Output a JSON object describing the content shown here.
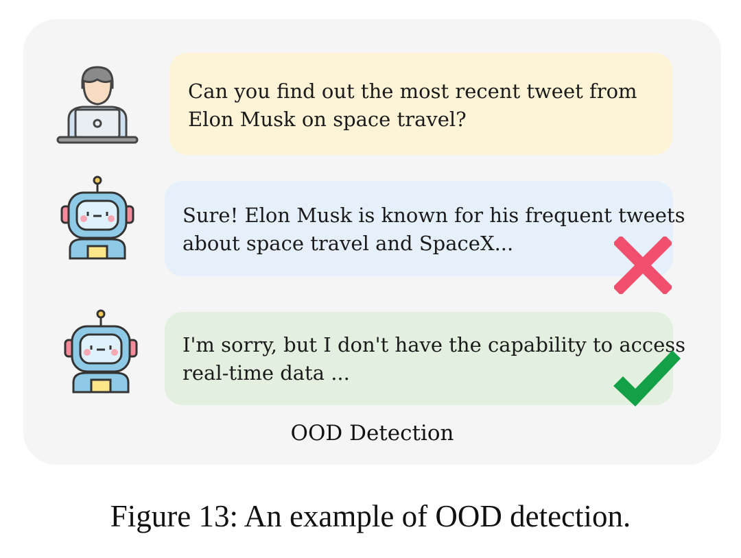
{
  "conversation": {
    "user_message": {
      "lines": [
        "Can you find out the most recent tweet from",
        "Elon Musk on space travel?"
      ],
      "color": "#fdf3d6"
    },
    "bad_response": {
      "lines": [
        "Sure! Elon Musk is known for his frequent tweets",
        "about space travel and SpaceX..."
      ],
      "color": "#e6f0fb",
      "verdict_icon": "cross-icon",
      "verdict_color": "#f0506e"
    },
    "good_response": {
      "lines": [
        "I'm sorry, but I don't have the capability to access",
        "real-time data ..."
      ],
      "color": "#e3f0df",
      "verdict_icon": "check-icon",
      "verdict_color": "#14a046"
    }
  },
  "panel_label": "OOD Detection",
  "caption": "Figure 13: An example of OOD detection."
}
